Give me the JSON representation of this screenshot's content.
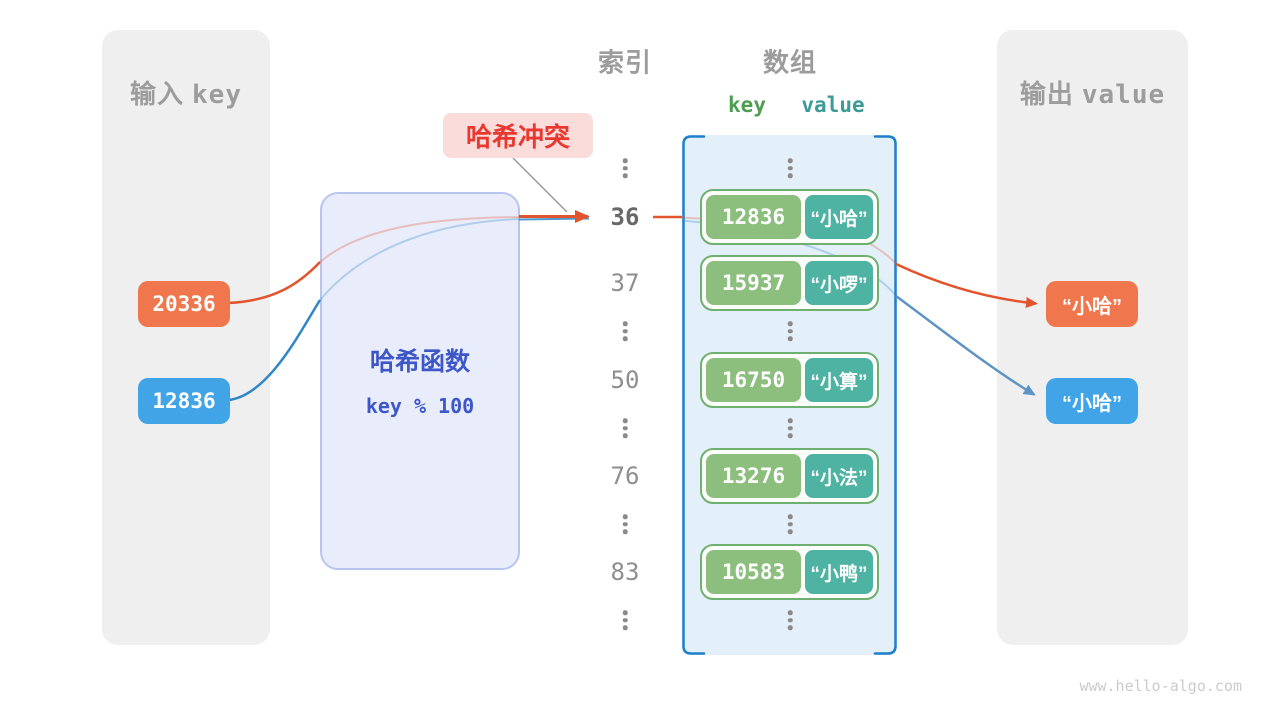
{
  "input_panel": {
    "title_zh": "输入",
    "title_en": "key"
  },
  "output_panel": {
    "title_zh": "输出",
    "title_en": "value"
  },
  "input_keys": [
    {
      "label": "20336",
      "color": "#F0764D"
    },
    {
      "label": "12836",
      "color": "#41A4E6"
    }
  ],
  "hash_function": {
    "name": "哈希函数",
    "formula": "key % 100"
  },
  "collision_badge": {
    "label": "哈希冲突"
  },
  "index_column": {
    "title": "索引",
    "values": [
      "36",
      "37",
      "50",
      "76",
      "83"
    ],
    "highlighted": "36",
    "ellipsis": "⋮"
  },
  "array_column": {
    "title": "数组",
    "key_header": "key",
    "value_header": "value",
    "pairs": [
      {
        "key": "12836",
        "value": "“小哈”"
      },
      {
        "key": "15937",
        "value": "“小啰”"
      },
      {
        "key": "16750",
        "value": "“小算”"
      },
      {
        "key": "13276",
        "value": "“小法”"
      },
      {
        "key": "10583",
        "value": "“小鸭”"
      }
    ]
  },
  "outputs": [
    {
      "label": "“小哈”",
      "color": "#F0764D"
    },
    {
      "label": "“小哈”",
      "color": "#41A4E6"
    }
  ],
  "watermark": "www.hello-algo.com",
  "colors": {
    "panel_gray": "#EFEFEF",
    "orange_box": "#F0764D",
    "blue_box": "#41A4E6",
    "key_green": "#8CBE7D",
    "value_teal": "#4FB3A3",
    "pair_border_green": "#6FAF6F",
    "array_border_blue": "#1F80C9",
    "array_fill_blue": "#E3F0FA",
    "hash_box_fill": "#E9EDFB",
    "hash_text_blue": "#3D56C8",
    "collision_bg": "#FADCDA",
    "collision_red": "#E8382F",
    "arrow_orange": "#E2542D",
    "arrow_blue": "#5E94C5"
  }
}
